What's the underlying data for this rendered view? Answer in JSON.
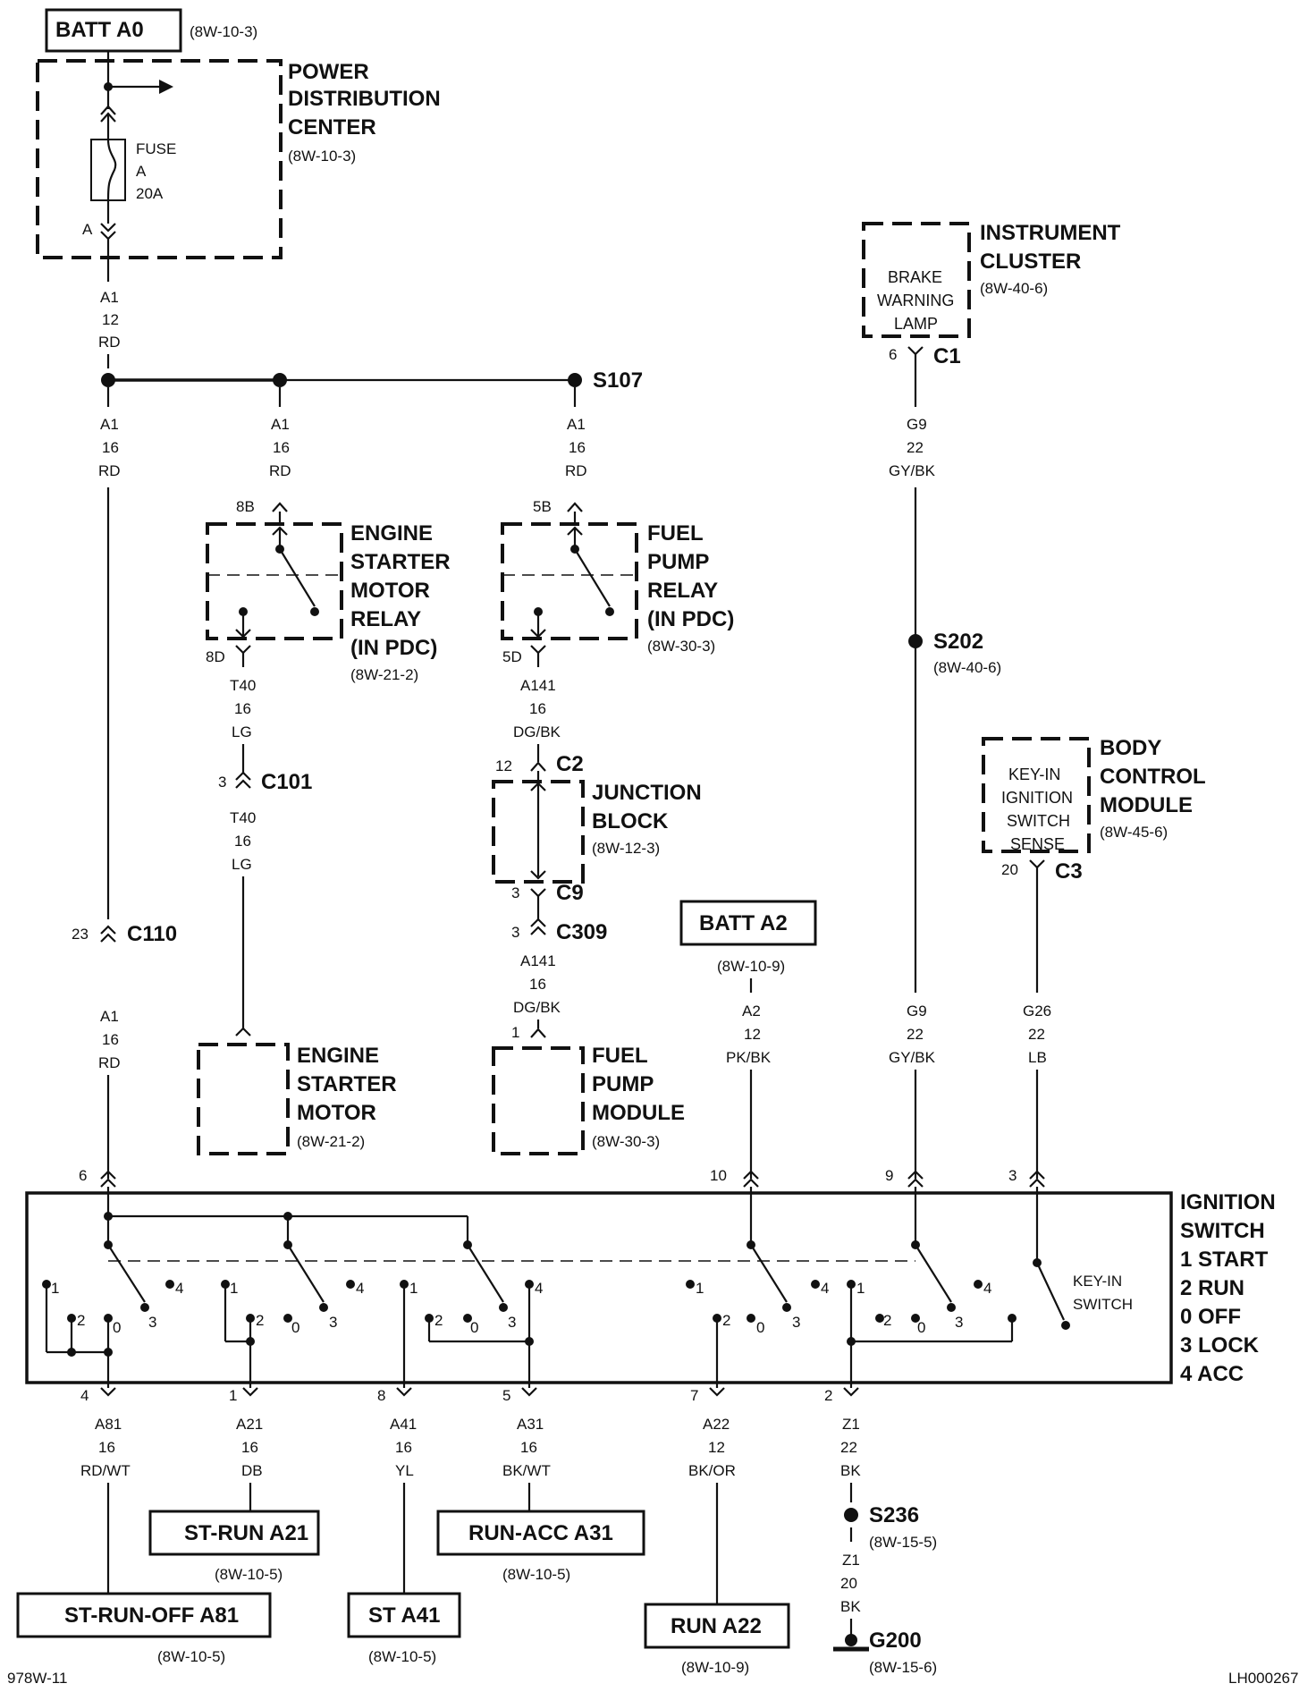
{
  "labels": {
    "batt_a0": "BATT A0",
    "batt_a0_ref": "(8W-10-3)",
    "pdc_1": "POWER",
    "pdc_2": "DISTRIBUTION",
    "pdc_3": "CENTER",
    "pdc_ref": "(8W-10-3)",
    "fuse_1": "FUSE",
    "fuse_2": "A",
    "fuse_3": "20A",
    "fuse_pin": "A",
    "w_a1_12_1": "A1",
    "w_a1_12_2": "12",
    "w_a1_12_3": "RD",
    "s107": "S107",
    "w_a1_16a_1": "A1",
    "w_a1_16a_2": "16",
    "w_a1_16a_3": "RD",
    "w_a1_16b_1": "A1",
    "w_a1_16b_2": "16",
    "w_a1_16b_3": "RD",
    "w_a1_16c_1": "A1",
    "w_a1_16c_2": "16",
    "w_a1_16c_3": "RD",
    "esr_pin_in": "8B",
    "esr_pin_out": "8D",
    "esr_1": "ENGINE",
    "esr_2": "STARTER",
    "esr_3": "MOTOR",
    "esr_4": "RELAY",
    "esr_5": "(IN PDC)",
    "esr_ref": "(8W-21-2)",
    "fpr_pin_in": "5B",
    "fpr_pin_out": "5D",
    "fpr_1": "FUEL",
    "fpr_2": "PUMP",
    "fpr_3": "RELAY",
    "fpr_4": "(IN PDC)",
    "fpr_ref": "(8W-30-3)",
    "w_t40a_1": "T40",
    "w_t40a_2": "16",
    "w_t40a_3": "LG",
    "c101_pin": "3",
    "c101": "C101",
    "w_t40b_1": "T40",
    "w_t40b_2": "16",
    "w_t40b_3": "LG",
    "w_a141a_1": "A141",
    "w_a141a_2": "16",
    "w_a141a_3": "DG/BK",
    "c2_pin": "12",
    "c2": "C2",
    "jb_1": "JUNCTION",
    "jb_2": "BLOCK",
    "jb_ref": "(8W-12-3)",
    "c9_pin": "3",
    "c9": "C9",
    "c309_pin": "3",
    "c309": "C309",
    "w_a141b_1": "A141",
    "w_a141b_2": "16",
    "w_a141b_3": "DG/BK",
    "fpm_pin": "1",
    "fpm_1": "FUEL",
    "fpm_2": "PUMP",
    "fpm_3": "MODULE",
    "fpm_ref": "(8W-30-3)",
    "esm_1": "ENGINE",
    "esm_2": "STARTER",
    "esm_3": "MOTOR",
    "esm_ref": "(8W-21-2)",
    "c110_pin": "23",
    "c110": "C110",
    "batt_a2": "BATT A2",
    "batt_a2_ref": "(8W-10-9)",
    "w_a2_1": "A2",
    "w_a2_2": "12",
    "w_a2_3": "PK/BK",
    "ic_1": "INSTRUMENT",
    "ic_2": "CLUSTER",
    "ic_ref": "(8W-40-6)",
    "bwl_1": "BRAKE",
    "bwl_2": "WARNING",
    "bwl_3": "LAMP",
    "c1_pin": "6",
    "c1": "C1",
    "w_g9a_1": "G9",
    "w_g9a_2": "22",
    "w_g9a_3": "GY/BK",
    "s202": "S202",
    "s202_ref": "(8W-40-6)",
    "w_g9b_1": "G9",
    "w_g9b_2": "22",
    "w_g9b_3": "GY/BK",
    "bcm_1": "BODY",
    "bcm_2": "CONTROL",
    "bcm_3": "MODULE",
    "bcm_ref": "(8W-45-6)",
    "kis_1": "KEY-IN",
    "kis_2": "IGNITION",
    "kis_3": "SWITCH",
    "kis_4": "SENSE",
    "c3_pin": "20",
    "c3": "C3",
    "w_g26_1": "G26",
    "w_g26_2": "22",
    "w_g26_3": "LB",
    "isw_pin6": "6",
    "isw_pin10": "10",
    "isw_pin9": "9",
    "isw_pin3": "3",
    "isw_1": "IGNITION",
    "isw_2": "SWITCH",
    "isw_3": "1 START",
    "isw_4": "2 RUN",
    "isw_5": "0 OFF",
    "isw_6": "3 LOCK",
    "isw_7": "4 ACC",
    "keyin_1": "KEY-IN",
    "keyin_2": "SWITCH",
    "pos_1": "1",
    "pos_2": "2",
    "pos_0": "0",
    "pos_3": "3",
    "pos_4": "4",
    "out_pin4": "4",
    "out_pin1": "1",
    "out_pin8": "8",
    "out_pin5": "5",
    "out_pin7": "7",
    "out_pin2": "2",
    "w_a81_1": "A81",
    "w_a81_2": "16",
    "w_a81_3": "RD/WT",
    "w_a21_1": "A21",
    "w_a21_2": "16",
    "w_a21_3": "DB",
    "w_a41_1": "A41",
    "w_a41_2": "16",
    "w_a41_3": "YL",
    "w_a31_1": "A31",
    "w_a31_2": "16",
    "w_a31_3": "BK/WT",
    "w_a22_1": "A22",
    "w_a22_2": "12",
    "w_a22_3": "BK/OR",
    "w_z1a_1": "Z1",
    "w_z1a_2": "22",
    "w_z1a_3": "BK",
    "s236": "S236",
    "s236_ref": "(8W-15-5)",
    "w_z1b_1": "Z1",
    "w_z1b_2": "20",
    "w_z1b_3": "BK",
    "g200": "G200",
    "g200_ref": "(8W-15-6)",
    "st_run_a21": "ST-RUN A21",
    "st_run_a21_ref": "(8W-10-5)",
    "run_acc_a31": "RUN-ACC A31",
    "run_acc_a31_ref": "(8W-10-5)",
    "st_run_off_a81": "ST-RUN-OFF A81",
    "st_run_off_a81_ref": "(8W-10-5)",
    "st_a41": "ST A41",
    "st_a41_ref": "(8W-10-5)",
    "run_a22": "RUN A22",
    "run_a22_ref": "(8W-10-9)",
    "fig_id": "978W-11",
    "doc_id": "LH000267"
  }
}
